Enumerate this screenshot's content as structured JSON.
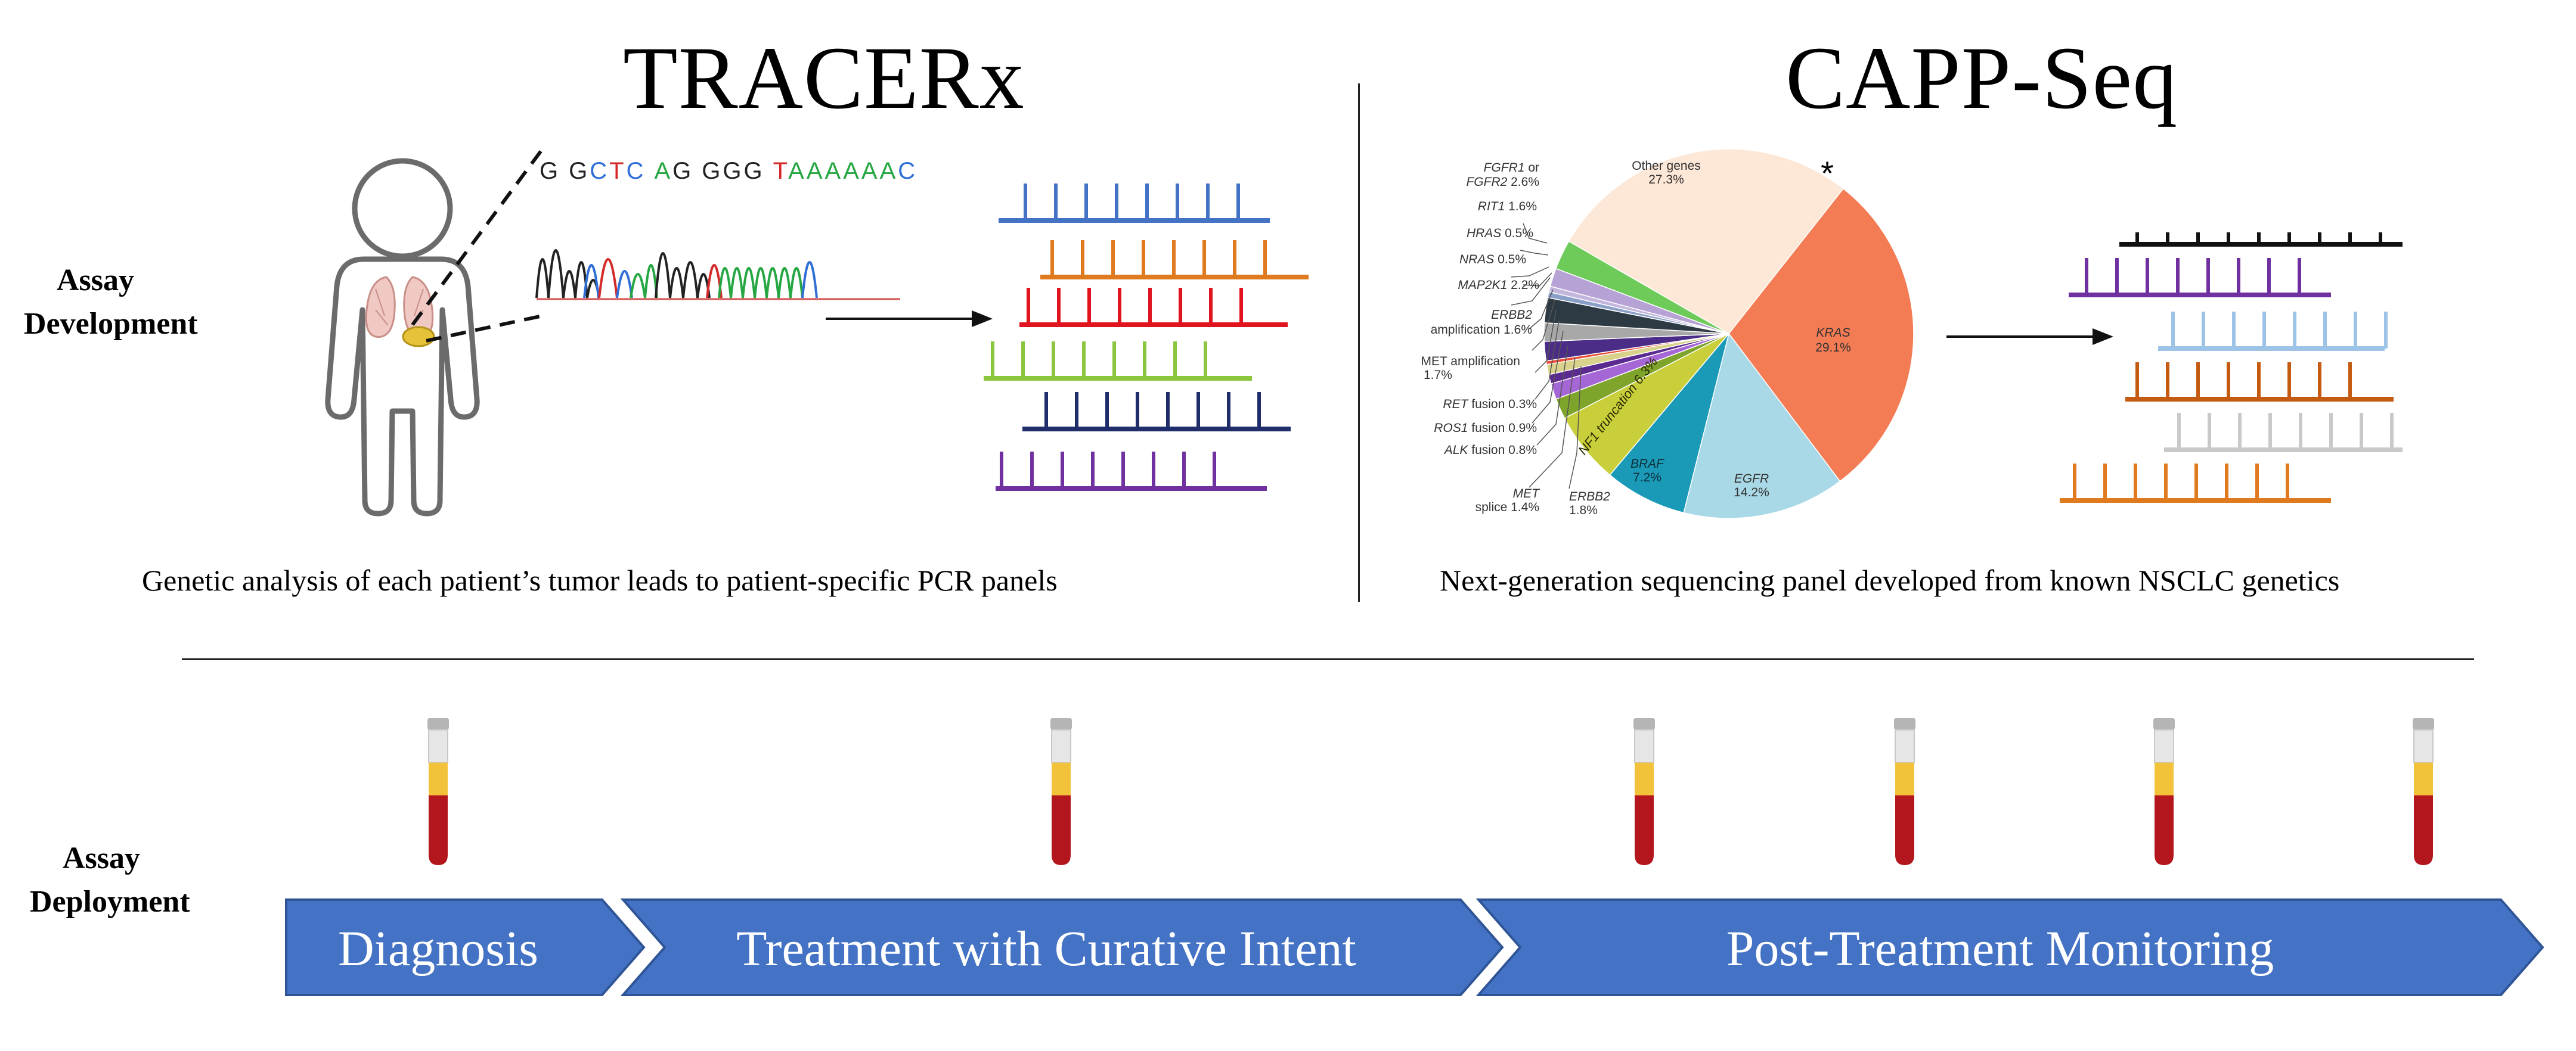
{
  "section_titles": {
    "left": "TRACERx",
    "right": "CAPP-Seq"
  },
  "row_labels": {
    "development": [
      "Assay",
      "Development"
    ],
    "deployment": [
      "Assay",
      "Deployment"
    ]
  },
  "captions": {
    "left": "Genetic analysis of each patient’s tumor leads to patient-specific PCR panels",
    "right": "Next-generation sequencing panel developed from known NSCLC genetics"
  },
  "sequence": {
    "bases": [
      "G",
      "G",
      "C",
      "T",
      "C",
      "A",
      "G",
      "G",
      "G",
      "G",
      "T",
      "A",
      "A",
      "A",
      "A",
      "A",
      "A",
      "C"
    ],
    "base_colors": {
      "A": "#27a744",
      "C": "#2f6fd6",
      "G": "#222222",
      "T": "#d42a2a"
    }
  },
  "pcr_panel_colors": [
    "#4472c4",
    "#e07a1e",
    "#e0141e",
    "#8cc63e",
    "#1f2d6b",
    "#7030a0"
  ],
  "ngs_panel_colors": [
    "#111111",
    "#7030a0",
    "#9dc3e6",
    "#c55a11",
    "#c9c9c9",
    "#e07a1e"
  ],
  "pie": {
    "asterisk": "*",
    "slices": [
      {
        "name": "Other genes",
        "pct": "27.3%",
        "value": 27.3,
        "color": "#fde7d6"
      },
      {
        "name": "KRAS",
        "pct": "29.1%",
        "value": 29.1,
        "color": "#f47c55"
      },
      {
        "name": "EGFR",
        "pct": "14.2%",
        "value": 14.2,
        "color": "#a9d8e6"
      },
      {
        "name": "BRAF",
        "pct": "7.2%",
        "value": 7.2,
        "color": "#1b9ab8"
      },
      {
        "name": "NF1 truncation",
        "pct": "6.3%",
        "value": 6.3,
        "color": "#c9cf3a"
      },
      {
        "name": "ERBB2",
        "pct": "1.8%",
        "value": 1.8,
        "color": "#7fa42b"
      },
      {
        "name": "MET splice",
        "pct": "1.4%",
        "value": 1.4,
        "color": "#a566d6"
      },
      {
        "name": "ALK fusion",
        "pct": "0.8%",
        "value": 0.8,
        "color": "#5b2a91"
      },
      {
        "name": "ROS1 fusion",
        "pct": "0.9%",
        "value": 0.9,
        "color": "#d8d28c"
      },
      {
        "name": "RET fusion",
        "pct": "0.3%",
        "value": 0.3,
        "color": "#e84a33"
      },
      {
        "name": "MET amplification",
        "pct": "1.7%",
        "value": 1.7,
        "color": "#4b2c86"
      },
      {
        "name": "ERBB2 amplification",
        "pct": "1.6%",
        "value": 1.6,
        "color": "#a8a8a8"
      },
      {
        "name": "MAP2K1",
        "pct": "2.2%",
        "value": 2.2,
        "color": "#2d3a43"
      },
      {
        "name": "NRAS",
        "pct": "0.5%",
        "value": 0.5,
        "color": "#8aa0c8"
      },
      {
        "name": "HRAS",
        "pct": "0.5%",
        "value": 0.5,
        "color": "#c3b6dd"
      },
      {
        "name": "RIT1",
        "pct": "1.6%",
        "value": 1.6,
        "color": "#b7a2d6"
      },
      {
        "name": "FGFR1 or FGFR2",
        "pct": "2.6%",
        "value": 2.6,
        "color": "#6ecb5a"
      }
    ],
    "labels": {
      "other": [
        "Other genes",
        "27.3%"
      ],
      "kras": [
        "KRAS",
        "29.1%"
      ],
      "egfr": [
        "EGFR",
        "14.2%"
      ],
      "braf": [
        "BRAF",
        "7.2%"
      ],
      "nf1": "NF1 truncation 6.3%",
      "erbb2": [
        "ERBB2",
        "1.8%"
      ],
      "met_splice": [
        "MET",
        "splice 1.4%"
      ],
      "alk": [
        "ALK",
        " fusion 0.8%"
      ],
      "ros1": [
        "ROS1",
        " fusion 0.9%"
      ],
      "ret": [
        "RET",
        " fusion 0.3%"
      ],
      "met_amp": [
        "MET amplification",
        "1.7%"
      ],
      "erbb2_amp": [
        "ERBB2",
        "amplification 1.6%"
      ],
      "map2k1": [
        "MAP2K1",
        " 2.2%"
      ],
      "nras": [
        "NRAS",
        " 0.5%"
      ],
      "hras": [
        "HRAS",
        " 0.5%"
      ],
      "rit1": [
        "RIT1",
        " 1.6%"
      ],
      "fgfr": [
        "FGFR1",
        " or",
        "FGFR2",
        " 2.6%"
      ]
    }
  },
  "stages": [
    "Diagnosis",
    "Treatment with Curative Intent",
    "Post-Treatment Monitoring"
  ],
  "colors": {
    "stage_blue": "#4472c4",
    "blood_red": "#b3161c",
    "plasma_yellow": "#f2c33a"
  }
}
